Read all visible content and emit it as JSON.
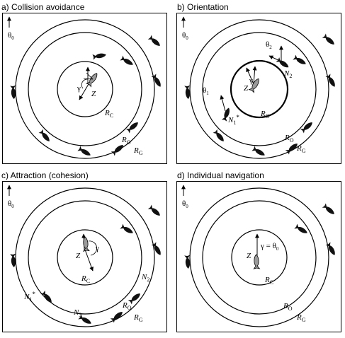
{
  "panels": [
    {
      "title": "a) Collision avoidance",
      "theta0": "θ",
      "theta0_sub": "0",
      "gamma": "γ",
      "z": "Z",
      "rc": "R",
      "rc_sub": "C",
      "ro": "R",
      "ro_sub": "O",
      "rg": "R",
      "rg_sub": "G"
    },
    {
      "title": "b) Orientation",
      "theta0": "θ",
      "theta0_sub": "0",
      "theta2": "θ",
      "theta2_sub": "2",
      "theta1": "θ",
      "theta1_sub": "1",
      "gamma": "γ",
      "z": "Z",
      "n2": "N",
      "n2_sub": "2",
      "n1": "N",
      "n1_sub": "1",
      "n1_star": "*",
      "rc": "R",
      "rc_sub": "C",
      "ro": "R",
      "ro_sub": "O",
      "rg": "R",
      "rg_sub": "G"
    },
    {
      "title": "c) Attraction (cohesion)",
      "theta0": "θ",
      "theta0_sub": "0",
      "gamma": "γ",
      "z": "Z",
      "n2": "N",
      "n2_sub": "2",
      "n1": "N",
      "n1_sub": "1",
      "n1_star": "*",
      "n3": "N",
      "n3_sub": "3",
      "rc": "R",
      "rc_sub": "C",
      "ro": "R",
      "ro_sub": "O",
      "rg": "R",
      "rg_sub": "G"
    },
    {
      "title": "d) Individual navigation",
      "theta0": "θ",
      "theta0_sub": "0",
      "gamma_eq": "γ = θ",
      "gamma_eq_sub": "0",
      "z": "Z",
      "rc": "R",
      "rc_sub": "C",
      "ro": "R",
      "ro_sub": "O",
      "rg": "R",
      "rg_sub": "G"
    }
  ],
  "colors": {
    "ink": "#000000",
    "focal_fish": "#9a9a9a",
    "fish": "#111111"
  }
}
